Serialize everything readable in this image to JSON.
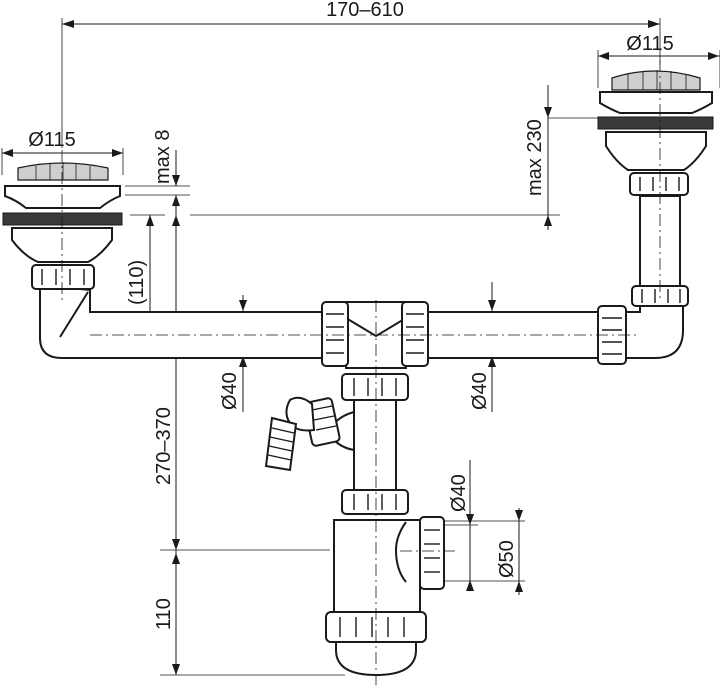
{
  "labels": {
    "span_width": "170–610",
    "strainer_right_dia": "Ø115",
    "strainer_left_dia": "Ø115",
    "flange_max": "max 8",
    "right_height_max": "max 230",
    "drop_height": "(110)",
    "overall_height": "270–370",
    "pipe_left_dia": "Ø40",
    "pipe_right_dia": "Ø40",
    "outlet_nut_dia": "Ø40",
    "outlet_dia": "Ø50",
    "trap_height": "110"
  }
}
